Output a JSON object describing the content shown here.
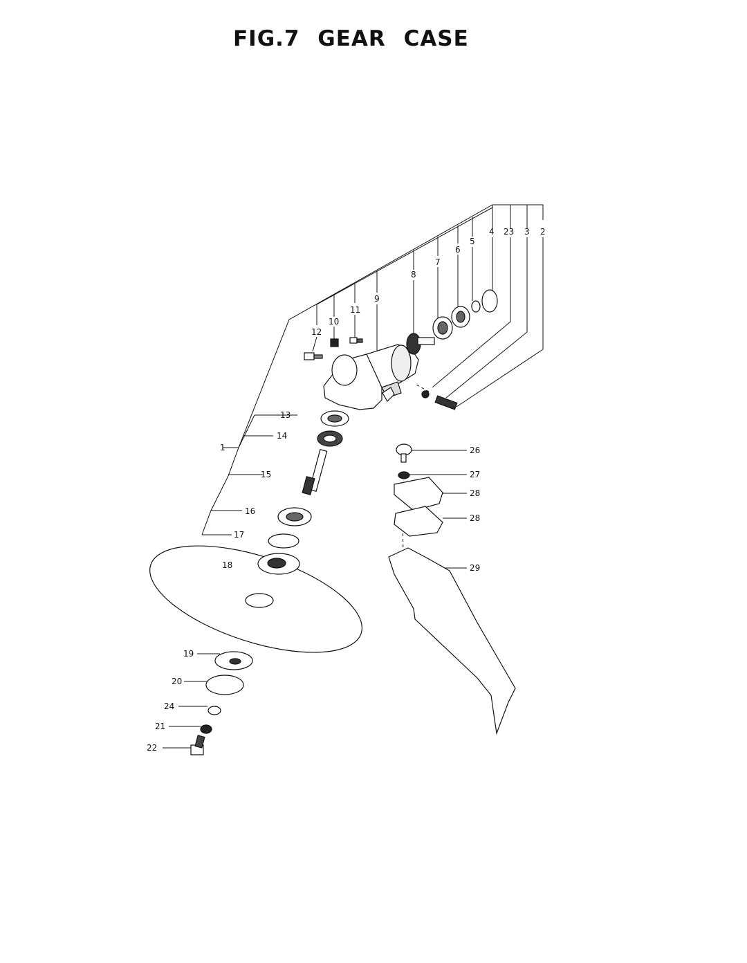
{
  "title": "FIG.7  GEAR CASE",
  "callouts": {
    "c1": "1",
    "c2": "2",
    "c3": "3",
    "c4": "4",
    "c5": "5",
    "c6": "6",
    "c7": "7",
    "c8": "8",
    "c9": "9",
    "c10": "10",
    "c11": "11",
    "c12": "12",
    "c13": "13",
    "c14": "14",
    "c15": "15",
    "c16": "16",
    "c17": "17",
    "c18": "18",
    "c19": "19",
    "c20": "20",
    "c21": "21",
    "c22": "22",
    "c23": "23",
    "c24": "24",
    "c26": "26",
    "c27": "27",
    "c28a": "28",
    "c28b": "28",
    "c29": "29"
  }
}
